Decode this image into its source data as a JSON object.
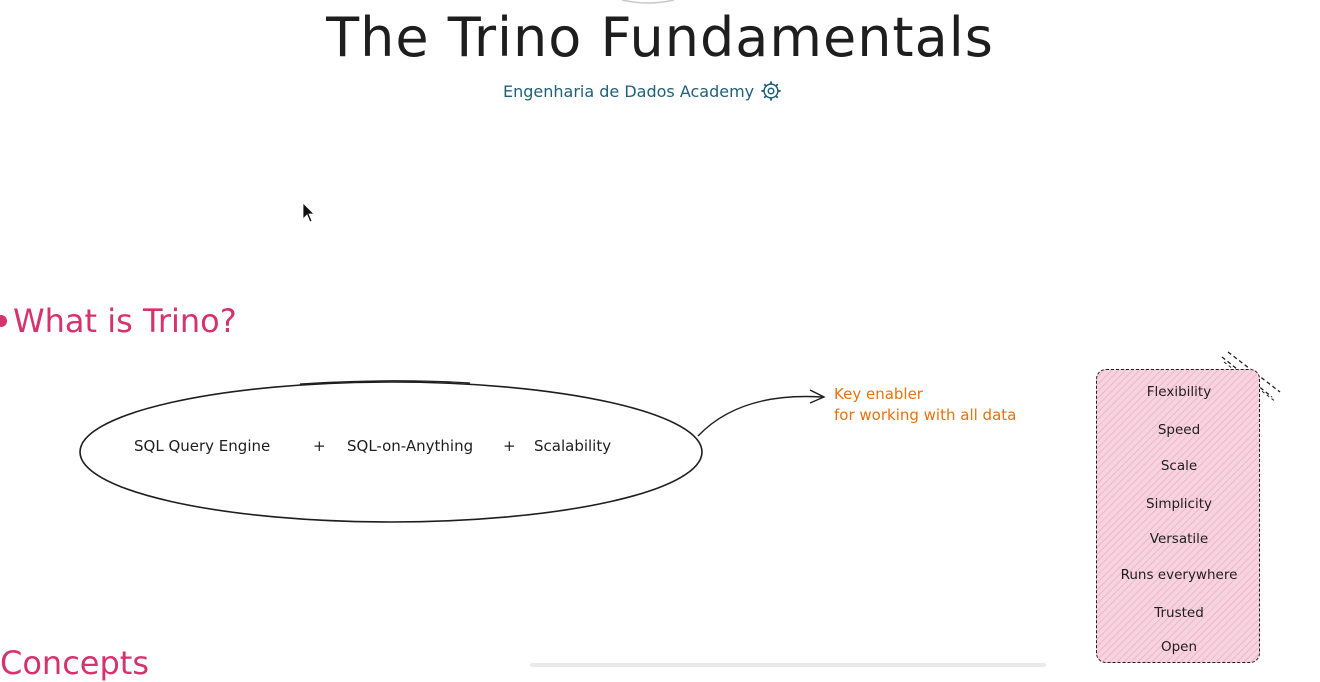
{
  "header": {
    "title": "The Trino Fundamentals",
    "subtitle": "Engenharia de Dados Academy"
  },
  "sections": {
    "what_is": "What is Trino?",
    "concepts": "Concepts"
  },
  "ellipse": {
    "item_1": "SQL Query Engine",
    "plus": "+",
    "item_2": "SQL-on-Anything",
    "item_3": "Scalability"
  },
  "annotation": {
    "line_1": "Key enabler",
    "line_2": "for working with all data"
  },
  "features": [
    "Flexibility",
    "Speed",
    "Scale",
    "Simplicity",
    "Versatile",
    "Runs everywhere",
    "Trusted",
    "Open"
  ],
  "colors": {
    "title": "#1e1e1e",
    "subtitle": "#1f5f78",
    "section": "#d6336c",
    "annotation": "#e8720c",
    "feature_fill": "#f7d3df"
  },
  "icons": {
    "subtitle_icon": "gear-icon",
    "heading_marker": "dot-icon",
    "pointer": "cursor-icon"
  }
}
